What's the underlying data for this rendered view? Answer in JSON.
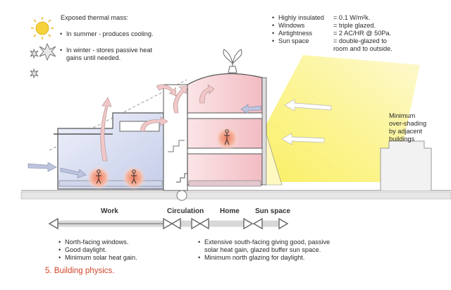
{
  "thermal_mass": {
    "title": "Exposed thermal mass:",
    "summer": "In summer - produces cooling.",
    "winter_line1": "In winter - stores passive heat",
    "winter_line2": "gains until needed."
  },
  "specs": [
    {
      "key": "Highly insulated",
      "value": "= 0.1 W/m²k."
    },
    {
      "key": "Windows",
      "value": "= triple glazed."
    },
    {
      "key": "Airtightness",
      "value": "= 2 AC/HR @ 50Pa."
    },
    {
      "key": "Sun space",
      "value": "= double-glazed to"
    }
  ],
  "spec_continued": [
    "room and to outside."
  ],
  "shading_note": [
    "Minimum",
    "over-shading",
    "by adjacent",
    "buildings"
  ],
  "zones": {
    "work": "Work",
    "circulation": "Circulation",
    "home": "Home",
    "sun_space": "Sun space"
  },
  "notes_left": [
    "North-facing windows.",
    "Good daylight.",
    "Minimum solar heat gain."
  ],
  "notes_right": [
    "Extensive south-facing giving good, passive",
    "solar heat gain, glazed buffer sun space.",
    "Minimum north glazing for daylight."
  ],
  "caption": "5. Building physics.",
  "colors": {
    "sun": "#f5d23a",
    "cool_zone": "#d7ddf0",
    "warm_zone": "#f6d3d7",
    "heat_glow": "#f39a7d",
    "sunbeam": "#fbf27a",
    "caption": "#d0442a"
  }
}
